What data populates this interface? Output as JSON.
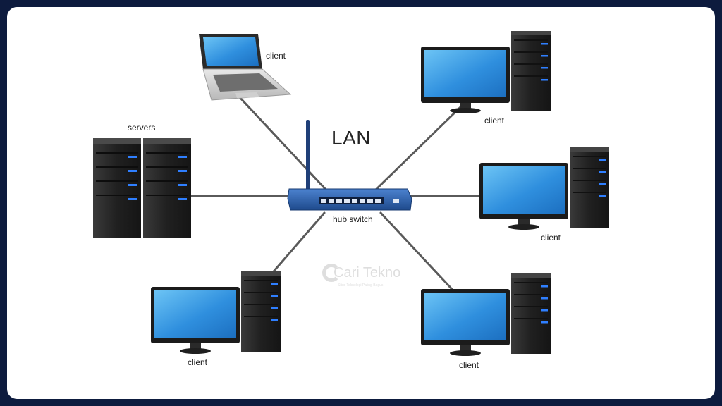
{
  "diagram": {
    "title": "LAN",
    "switch_label": "hub switch",
    "servers_label": "servers",
    "client_label": "client",
    "watermark": {
      "name": "Cari Tekno",
      "tagline": "Situs Teknologi Paling Bagus"
    },
    "colors": {
      "frame": "#0d1b3e",
      "background": "#ffffff",
      "link": "#5a5a5a",
      "switch_body": "#2b5fa8",
      "screen": "#3a9ee4",
      "tower": "#242424",
      "led": "#2f7fff"
    },
    "nodes": [
      {
        "id": "laptop-client",
        "kind": "laptop",
        "label_key": "client"
      },
      {
        "id": "top-right-client",
        "kind": "desktop",
        "label_key": "client"
      },
      {
        "id": "right-client",
        "kind": "desktop",
        "label_key": "client"
      },
      {
        "id": "bottom-right-client",
        "kind": "desktop",
        "label_key": "client"
      },
      {
        "id": "bottom-left-client",
        "kind": "desktop",
        "label_key": "client"
      },
      {
        "id": "servers",
        "kind": "server-rack",
        "label_key": "servers"
      }
    ]
  }
}
